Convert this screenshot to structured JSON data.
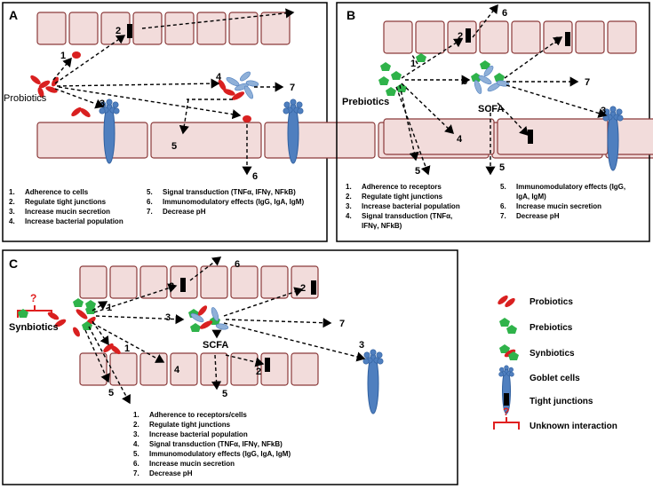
{
  "panels": [
    {
      "letter": "A",
      "agent": "Probiotics",
      "legend": [
        [
          "1.",
          "Adherence to cells"
        ],
        [
          "2.",
          "Regulate tight junctions"
        ],
        [
          "3.",
          "Increase mucin secretion"
        ],
        [
          "4.",
          "Increase bacterial population"
        ],
        [
          "5.",
          "Signal transduction (TNFα, IFNγ, NFkB)"
        ],
        [
          "6.",
          "Immunomodulatory effects (IgG, IgA, IgM)"
        ],
        [
          "7.",
          "Decrease pH"
        ]
      ],
      "markers": [
        "1",
        "2",
        "3",
        "4",
        "5",
        "6",
        "7"
      ]
    },
    {
      "letter": "B",
      "agent": "Prebiotics",
      "scfa": "SCFA",
      "legend": [
        [
          "1.",
          "Adherence to receptors"
        ],
        [
          "2.",
          "Regulate tight junctions"
        ],
        [
          "3.",
          "Increase bacterial population"
        ],
        [
          "4.",
          "Signal transduction (TNFα,"
        ],
        [
          "",
          "IFNγ, NFkB)"
        ],
        [
          "5.",
          "Immunomodulatory effects (IgG,"
        ],
        [
          "",
          "IgA, IgM)"
        ],
        [
          "6.",
          "Increase mucin secretion"
        ],
        [
          "7.",
          "Decrease pH"
        ]
      ],
      "markers": [
        "1",
        "2",
        "2",
        "3",
        "3",
        "4",
        "5",
        "5",
        "6",
        "7"
      ]
    },
    {
      "letter": "C",
      "agent": "Synbiotics",
      "question": "?",
      "scfa": "SCFA",
      "legend": [
        [
          "1.",
          "Adherence to receptors/cells"
        ],
        [
          "2.",
          "Regulate tight junctions"
        ],
        [
          "3.",
          "Increase bacterial population"
        ],
        [
          "4.",
          "Signal transduction (TNFα, IFNγ, NFkB)"
        ],
        [
          "5.",
          "Immunomodulatory effects (IgG, IgA, IgM)"
        ],
        [
          "6.",
          "Increase mucin secretion"
        ],
        [
          "7.",
          "Decrease pH"
        ]
      ],
      "markers": [
        "1",
        "1",
        "2",
        "2",
        "2",
        "3",
        "3",
        "4",
        "5",
        "5",
        "6",
        "7"
      ]
    }
  ],
  "key": {
    "items": [
      "Probiotics",
      "Prebiotics",
      "Synbiotics",
      "Goblet cells",
      "Tight junctions",
      "Unknown interaction"
    ],
    "question": "?"
  },
  "colors": {
    "cell_fill": "#f2dcdb",
    "cell_stroke": "#8b3a3a",
    "probiotic": "#d92020",
    "prebiotic": "#2fb34a",
    "goblet": "#4f7fbf",
    "bacteria_blue": "#8fb0d8",
    "unknown": "#e02020"
  }
}
